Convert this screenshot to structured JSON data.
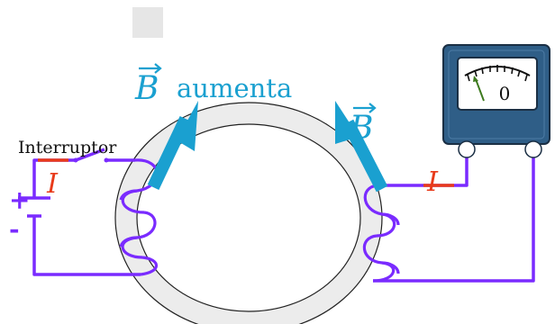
{
  "labels": {
    "b_left_symbol": "B",
    "b_left_text": "aumenta",
    "b_right_symbol": "B",
    "switch": "Interruptor",
    "current_left": "I",
    "current_right": "I",
    "battery_plus": "+",
    "battery_minus": "-",
    "meter_zero": "0"
  },
  "colors": {
    "wire": "#7a2bff",
    "field_arrow": "#1aa0d0",
    "field_text": "#1aa0d0",
    "current": "#e83a1a",
    "ring_fill": "#ececec",
    "meter_body": "#2f5e87",
    "meter_face": "#ffffff",
    "needle": "#3d7a1e",
    "placeholder": "#e6e6e6"
  }
}
